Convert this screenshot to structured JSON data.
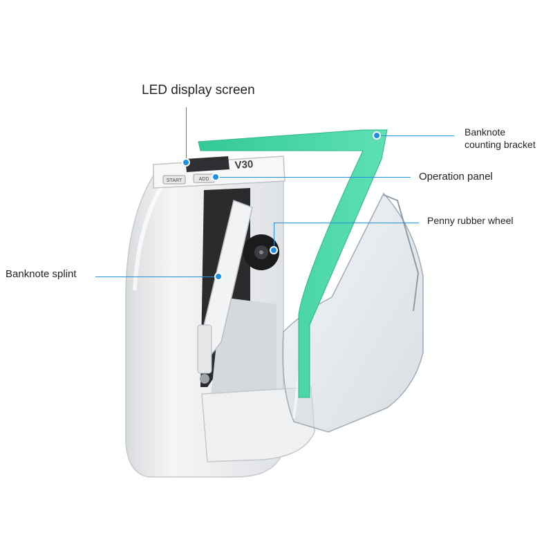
{
  "callouts": {
    "led_display": "LED display screen",
    "counting_bracket_line1": "Banknote",
    "counting_bracket_line2": "counting bracket",
    "operation_panel": "Operation panel",
    "rubber_wheel": "Penny rubber wheel",
    "splint": "Banknote splint"
  },
  "device": {
    "model": "V30",
    "button_left": "START",
    "button_right": "ADD"
  },
  "colors": {
    "callout_line": "#1f8fe0",
    "bracket": "#3fd6a0",
    "body": "#eceef0"
  }
}
